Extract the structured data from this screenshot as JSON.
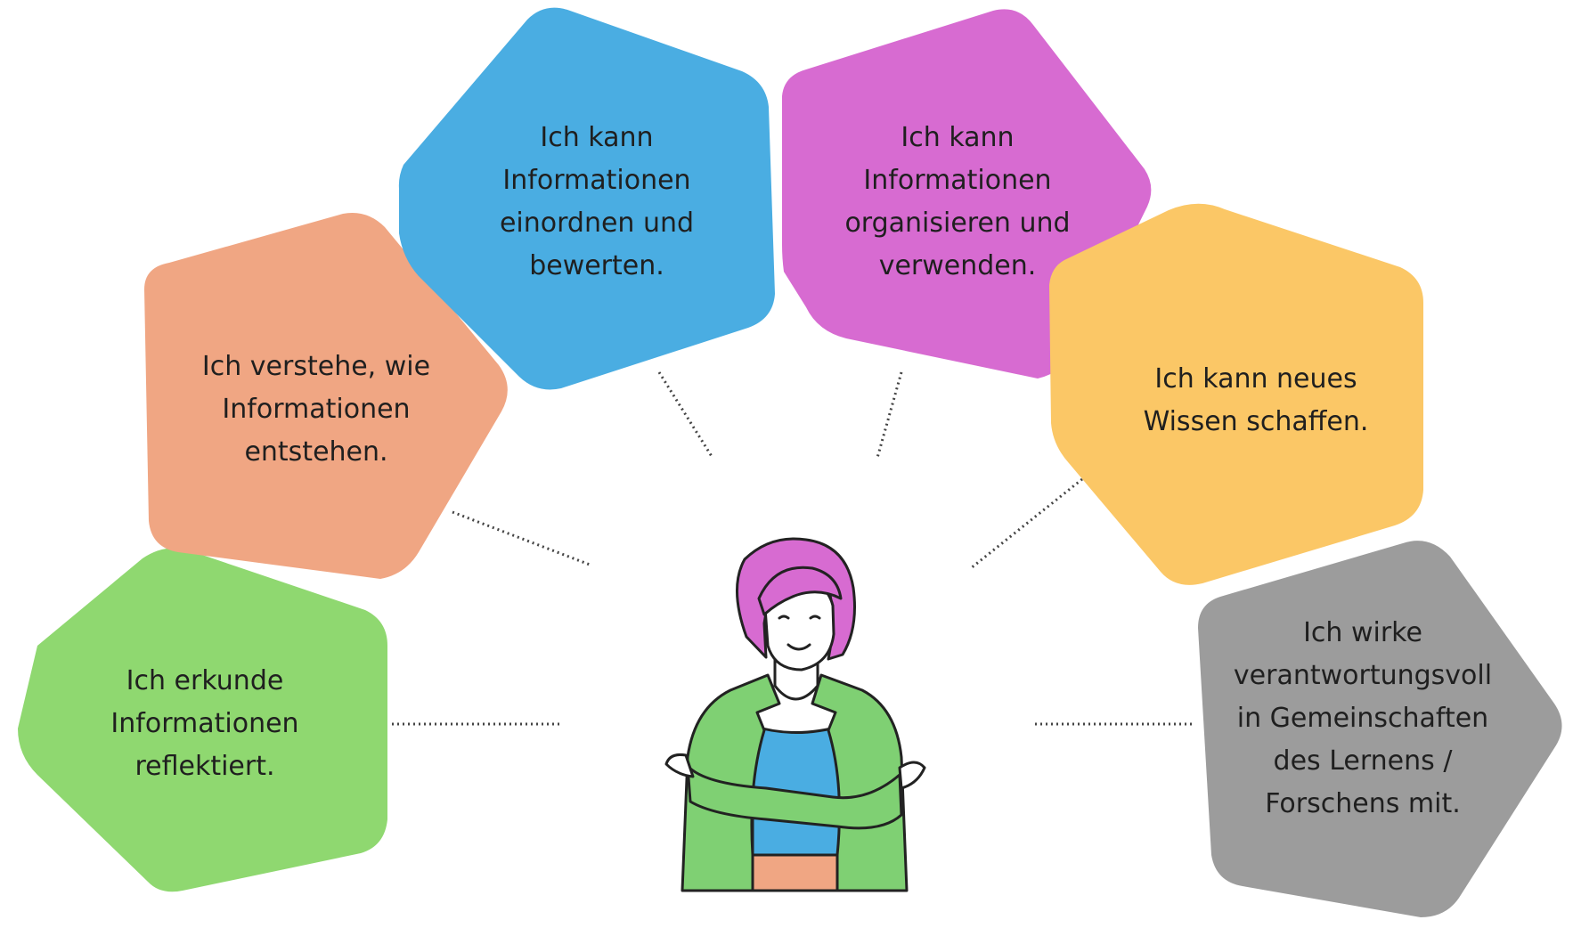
{
  "title": "",
  "competencies": [
    {
      "id": "erkunden",
      "text": "Ich erkunde\nInformationen\nreflektiert.",
      "color": "#8FD870"
    },
    {
      "id": "verstehen",
      "text": "Ich verstehe, wie\nInformationen\nentstehen.",
      "color": "#F0A683"
    },
    {
      "id": "einordnen",
      "text": "Ich kann\nInformationen\neinordnen und\nbewerten.",
      "color": "#4AADE2"
    },
    {
      "id": "organisieren",
      "text": "Ich kann\nInformationen\norganisieren und\nverwenden.",
      "color": "#D76BD1"
    },
    {
      "id": "schaffen",
      "text": "Ich kann neues\nWissen schaffen.",
      "color": "#FBC766"
    },
    {
      "id": "gemeinschaft",
      "text": "Ich wirke\nverantwortungsvoll\nin Gemeinschaften\ndes Lernens /\nForschens mit.",
      "color": "#9C9C9C"
    }
  ],
  "person": {
    "hair_color": "#D76BD1",
    "jacket_color": "#7FD073",
    "shirt_color": "#4AADE2",
    "skin_color": "#FFFFFF",
    "pants_color": "#F0A683"
  }
}
